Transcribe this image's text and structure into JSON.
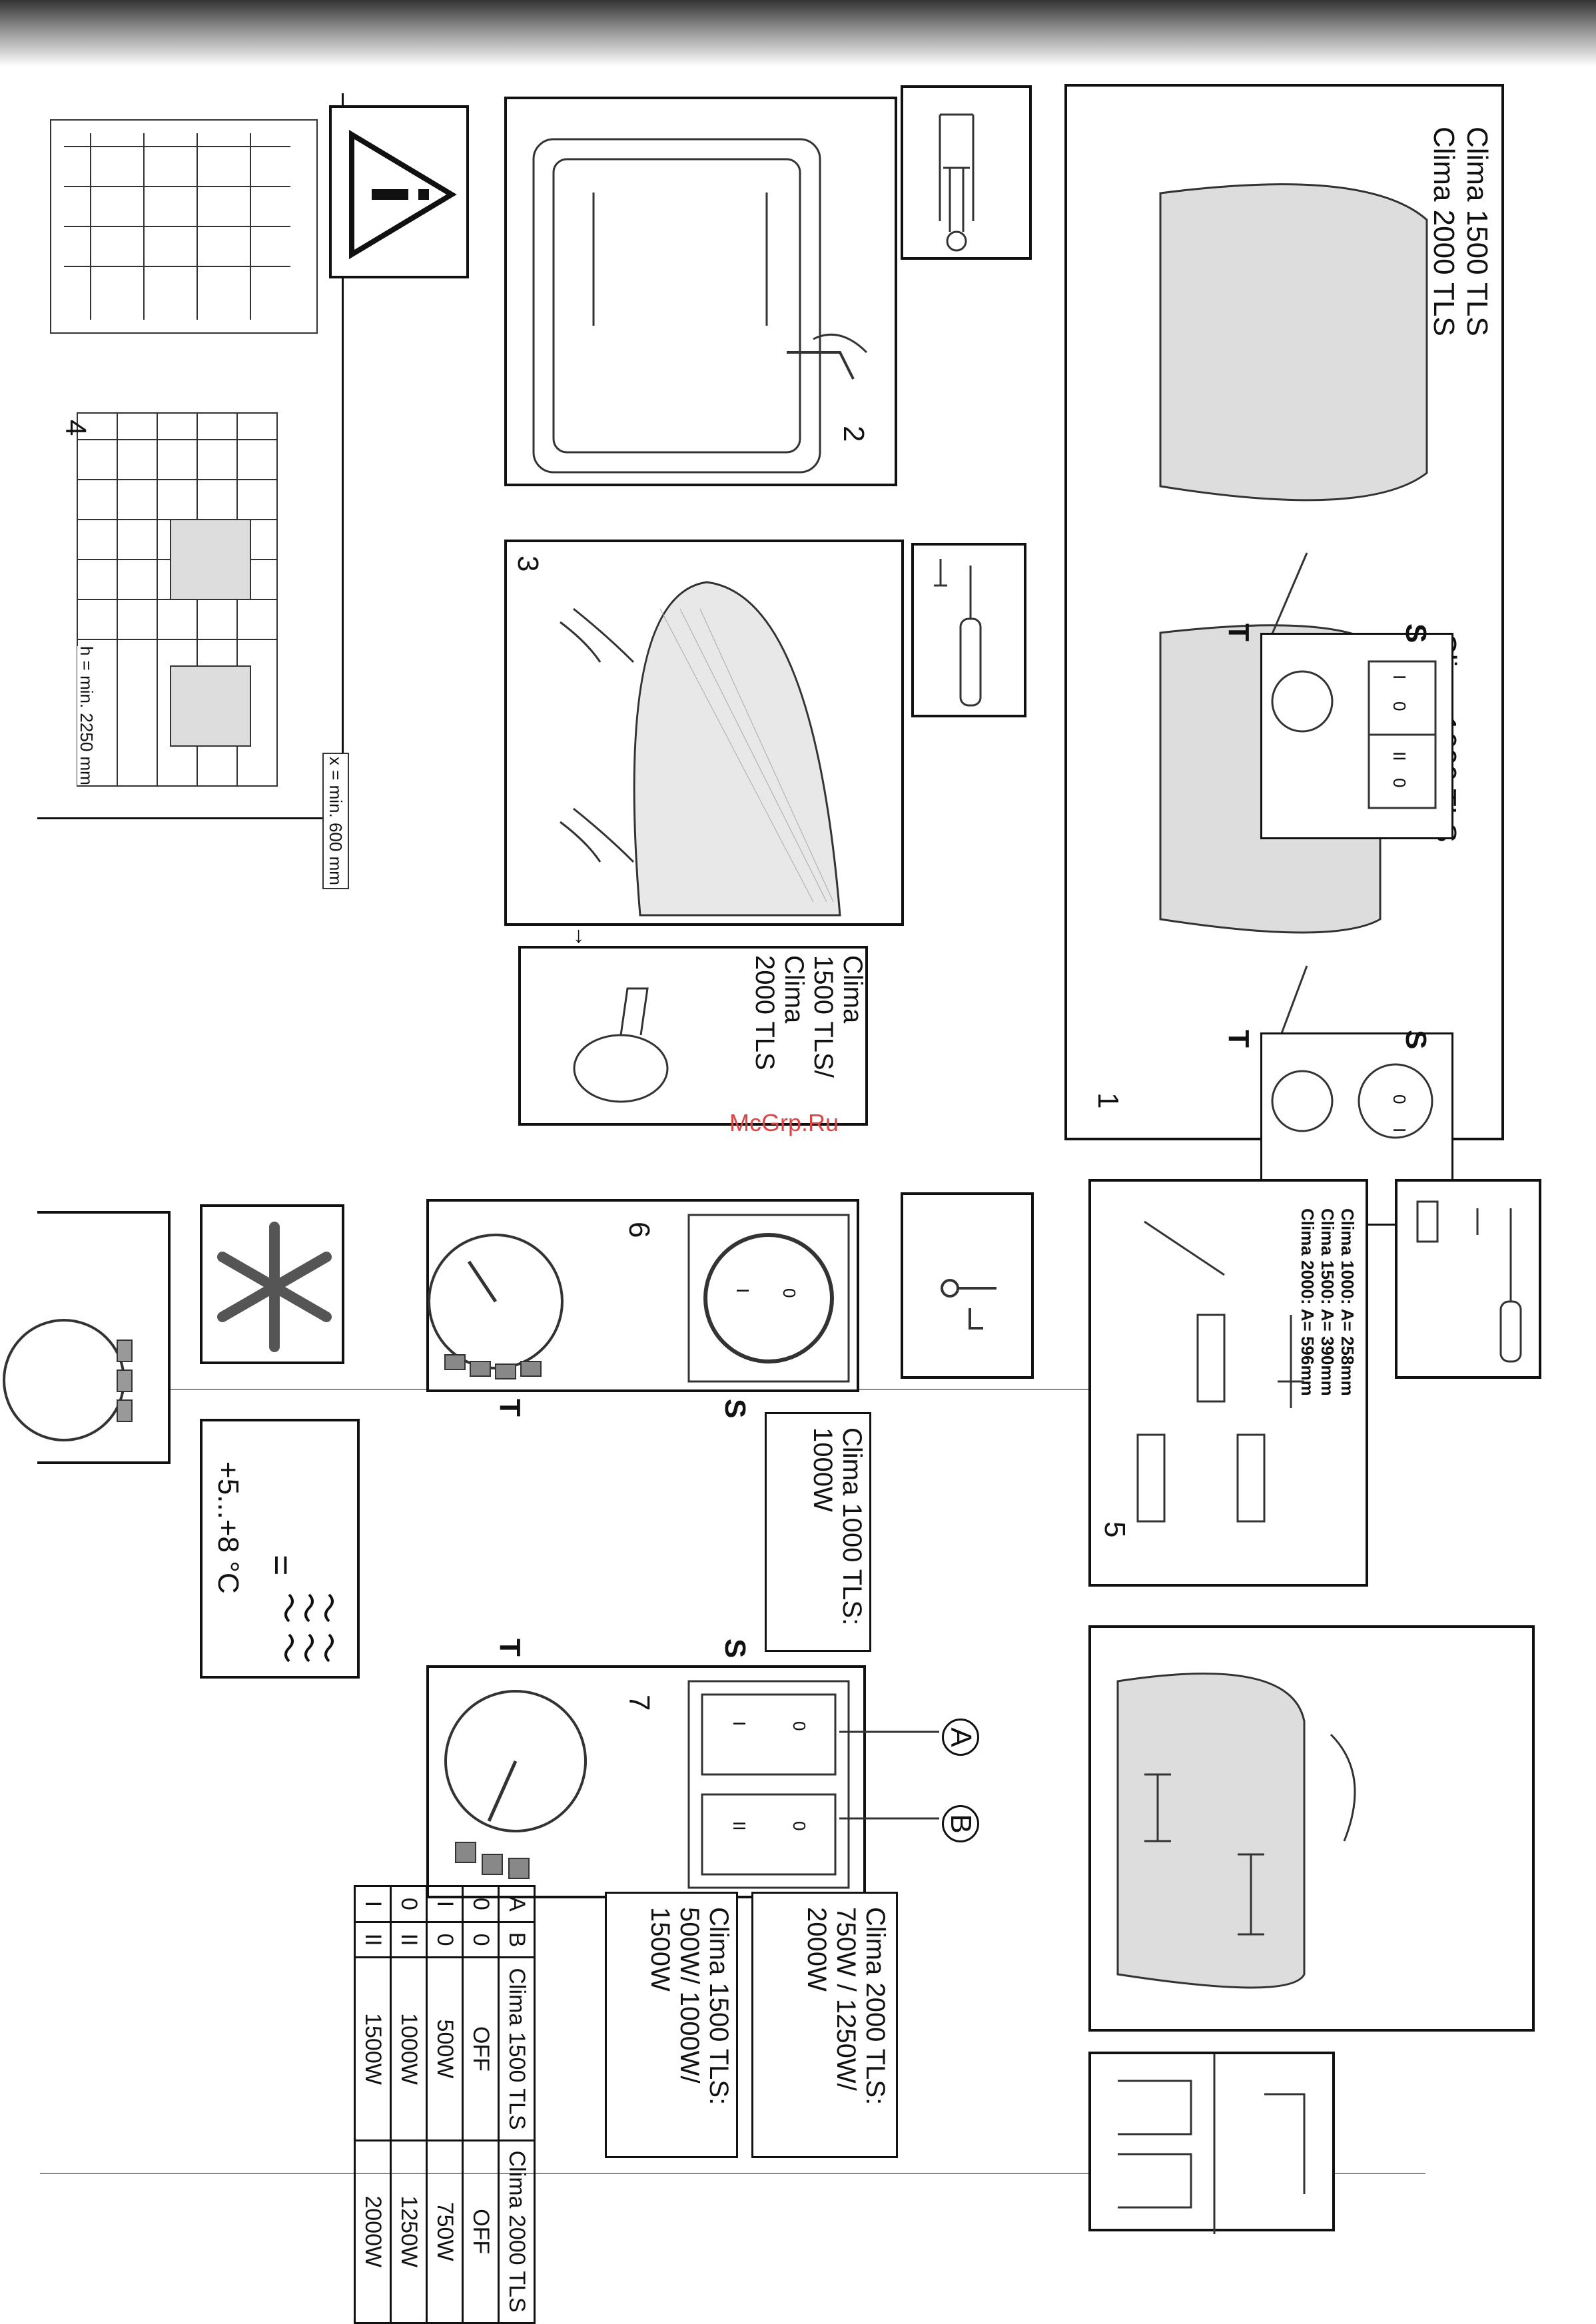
{
  "watermark": "McGrp.Ru",
  "panels": {
    "p1": {
      "num": "1",
      "model_a": "Clima 1500 TLS\nClima 2000 TLS",
      "model_b": "Clima 1000 TLS",
      "t_label": "T",
      "s_label": "S",
      "t_label_b": "T",
      "s_label_b": "S",
      "sw_i": "I",
      "sw_0a": "0",
      "sw_ii": "II",
      "sw_0b": "0",
      "sw_0c": "0",
      "sw_ic": "I"
    },
    "p2": {
      "num": "2"
    },
    "p3": {
      "num": "3",
      "model": "Clima\n1500 TLS/\nClima\n2000 TLS"
    },
    "p4": {
      "num": "4",
      "dist_x": "x = min. 600 mm",
      "dist_h": "h = min. 2250 mm"
    },
    "p5": {
      "num": "5",
      "dims": "Clima 1000: A= 258mm\nClima 1500: A= 390mm\nClima 2000: A= 596mm"
    },
    "p6": {
      "num": "6",
      "t_label": "T",
      "s_label": "S",
      "sw_0": "0",
      "sw_i": "I",
      "model": "Clima 1000 TLS:\n1000W"
    },
    "p7": {
      "num": "7",
      "t_label": "T",
      "s_label": "S",
      "callout_a": "A",
      "callout_b": "B",
      "sw_0a": "0",
      "sw_i": "I",
      "sw_0b": "0",
      "sw_ii": "II",
      "model_2000": "Clima 2000 TLS:\n750W / 1250W/\n2000W",
      "model_1500": "Clima 1500 TLS:\n500W/ 1000W/\n1500W"
    },
    "frost": {
      "temp": "+5...+8 °C",
      "equals": "="
    }
  },
  "mode_table": {
    "headers": [
      "A",
      "B",
      "Clima 1500 TLS",
      "Clima 2000 TLS"
    ],
    "rows": [
      [
        "0",
        "0",
        "OFF",
        "OFF"
      ],
      [
        "I",
        "0",
        "500W",
        "750W"
      ],
      [
        "0",
        "II",
        "1000W",
        "1250W"
      ],
      [
        "I",
        "II",
        "1500W",
        "2000W"
      ]
    ]
  }
}
